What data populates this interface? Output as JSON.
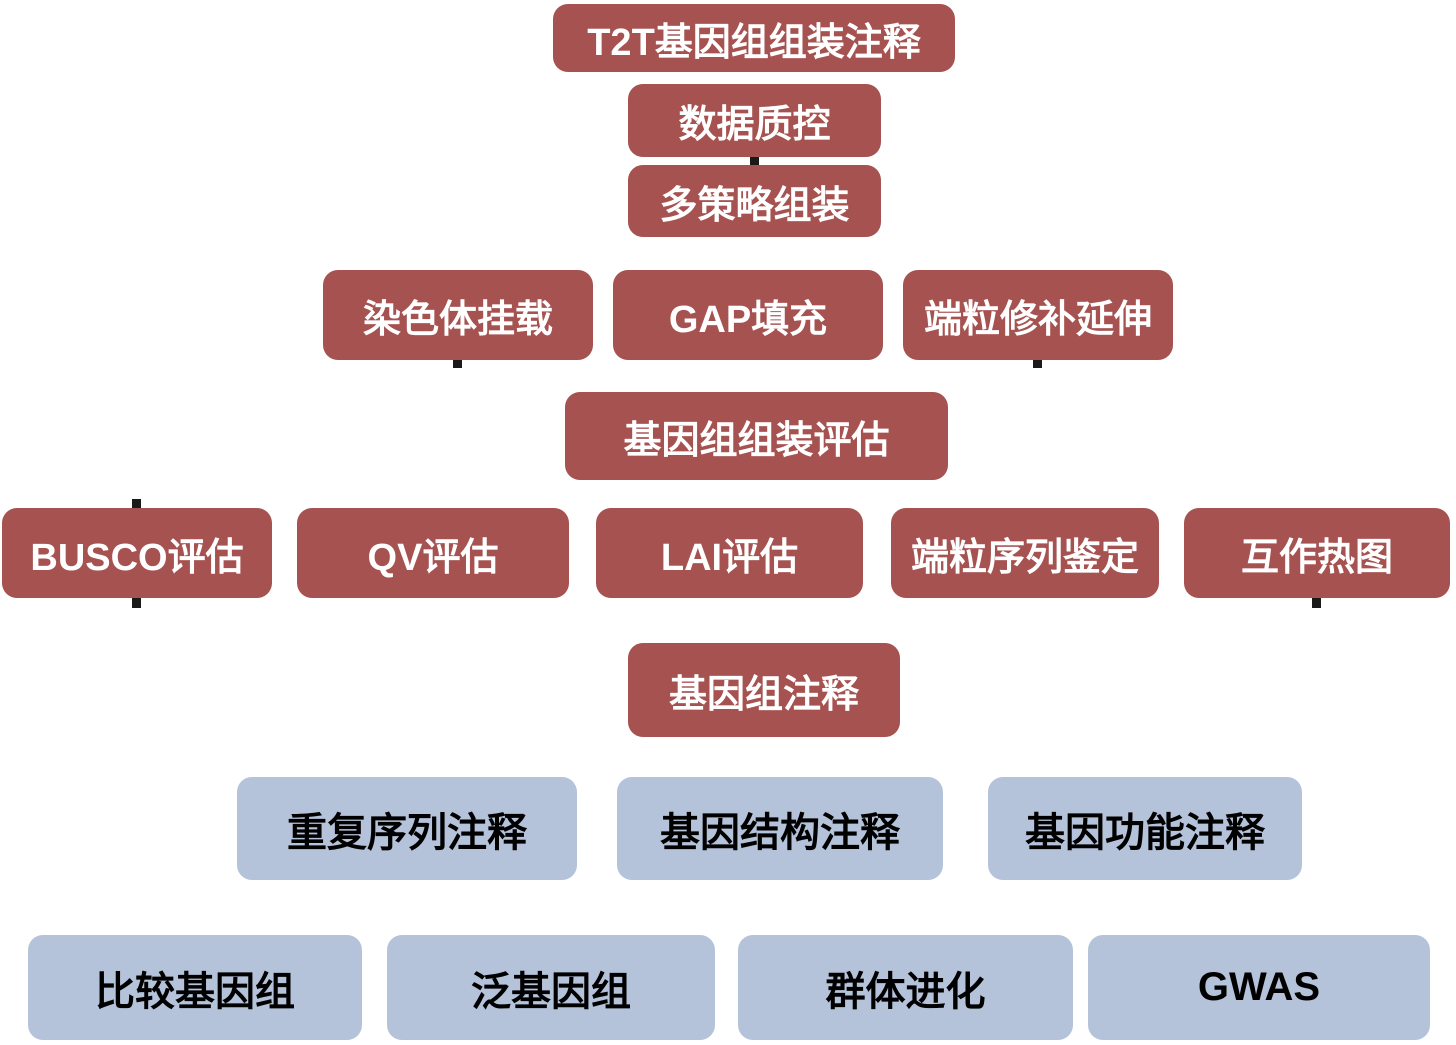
{
  "diagram": {
    "background": "#FFFFFF",
    "node_colors": {
      "primary_fill": "#A65250",
      "primary_text": "#FFFFFF",
      "secondary_fill": "#B4C2DA",
      "secondary_text": "#000000",
      "connector": "#1A1A1A"
    },
    "rows": [
      {
        "boxes": [
          {
            "label": "T2T基因组组装注释",
            "variant": "red"
          }
        ]
      },
      {
        "boxes": [
          {
            "label": "数据质控",
            "variant": "red"
          }
        ]
      },
      {
        "boxes": [
          {
            "label": "多策略组装",
            "variant": "red"
          }
        ]
      },
      {
        "boxes": [
          {
            "label": "染色体挂载",
            "variant": "red"
          },
          {
            "label": "GAP填充",
            "variant": "red"
          },
          {
            "label": "端粒修补延伸",
            "variant": "red"
          }
        ]
      },
      {
        "boxes": [
          {
            "label": "基因组组装评估",
            "variant": "red"
          }
        ]
      },
      {
        "boxes": [
          {
            "label": "BUSCO评估",
            "variant": "red"
          },
          {
            "label": "QV评估",
            "variant": "red"
          },
          {
            "label": "LAI评估",
            "variant": "red"
          },
          {
            "label": "端粒序列鉴定",
            "variant": "red"
          },
          {
            "label": "互作热图",
            "variant": "red"
          }
        ]
      },
      {
        "boxes": [
          {
            "label": "基因组注释",
            "variant": "red"
          }
        ]
      },
      {
        "boxes": [
          {
            "label": "重复序列注释",
            "variant": "blue"
          },
          {
            "label": "基因结构注释",
            "variant": "blue"
          },
          {
            "label": "基因功能注释",
            "variant": "blue"
          }
        ]
      },
      {
        "boxes": [
          {
            "label": "比较基因组",
            "variant": "blue"
          },
          {
            "label": "泛基因组",
            "variant": "blue"
          },
          {
            "label": "群体进化",
            "variant": "blue"
          },
          {
            "label": "GWAS",
            "variant": "blue"
          }
        ]
      }
    ]
  }
}
